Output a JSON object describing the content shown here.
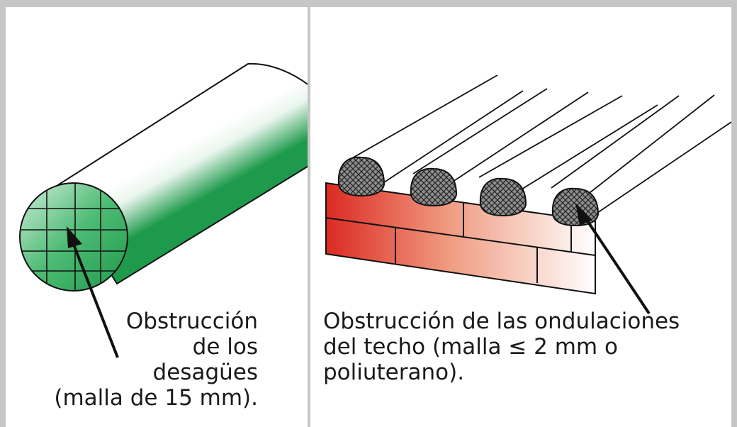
{
  "colors": {
    "frame": "#c6c6c6",
    "pipe_green": "#1e9a4c",
    "brick_red": "#dc2a22",
    "net_gray": "#555555",
    "outline": "#111111"
  },
  "left_panel": {
    "caption_lines": [
      "Obstrucción",
      "de los",
      "desagües",
      "(malla de 15 mm)."
    ]
  },
  "right_panel": {
    "caption_lines": [
      "Obstrucción de las ondulaciones",
      "del techo (malla ≤ 2 mm o",
      "poliuterano)."
    ]
  }
}
